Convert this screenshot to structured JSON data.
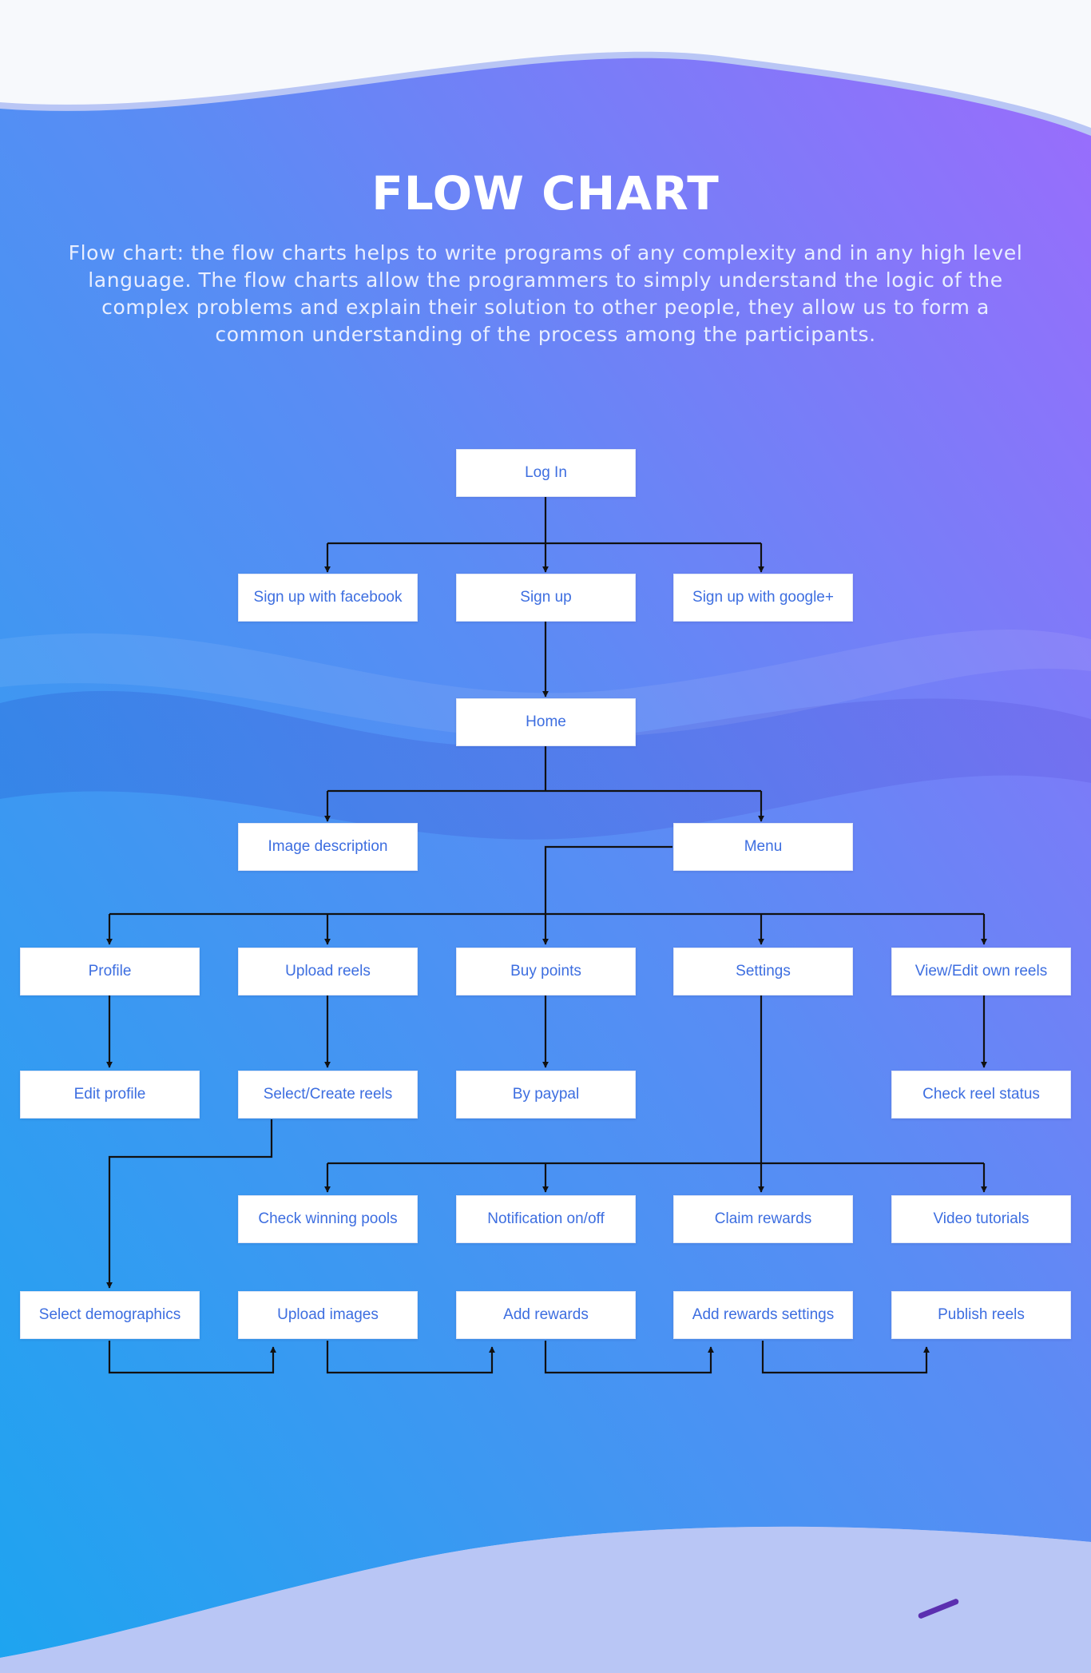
{
  "header": {
    "title": "FLOW CHART",
    "description": "Flow chart: the flow charts helps to write programs of any complexity and in any high level language. The flow charts allow the programmers to simply understand the logic of the complex problems and explain their solution to other people, they allow us to form a common understanding of the process among the participants."
  },
  "colors": {
    "gradient_left": "#1ea4f0",
    "gradient_right": "#9b6cfc",
    "node_text": "#3d6ee0",
    "connector": "#111111"
  },
  "nodes": {
    "log_in": "Log In",
    "sign_up_facebook": "Sign up with facebook",
    "sign_up": "Sign up",
    "sign_up_google": "Sign up with google+",
    "home": "Home",
    "image_description": "Image description",
    "menu": "Menu",
    "profile": "Profile",
    "upload_reels": "Upload reels",
    "buy_points": "Buy points",
    "settings": "Settings",
    "view_edit_own_reels": "View/Edit own reels",
    "edit_profile": "Edit profile",
    "select_create_reels": "Select/Create reels",
    "by_paypal": "By paypal",
    "check_reel_status": "Check reel status",
    "check_winning_pools": "Check winning pools",
    "notification_on_off": "Notification on/off",
    "claim_rewards": "Claim rewards",
    "video_tutorials": "Video tutorials",
    "select_demographics": "Select demographics",
    "upload_images": "Upload images",
    "add_rewards": "Add rewards",
    "add_rewards_settings": "Add rewards settings",
    "publish_reels": "Publish reels"
  }
}
